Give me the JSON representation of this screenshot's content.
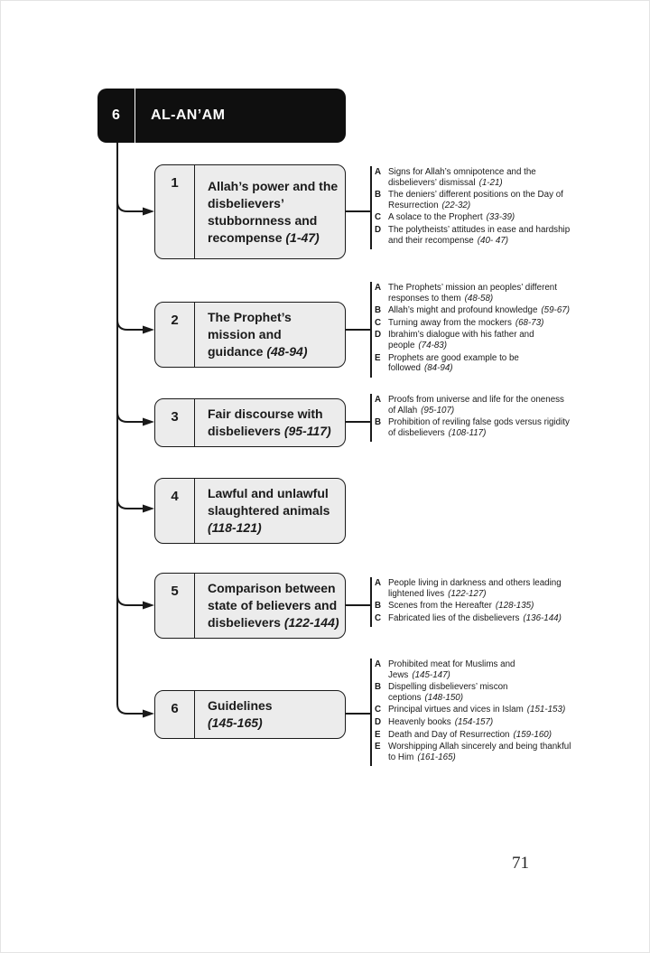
{
  "header": {
    "number": "6",
    "title": "AL-AN’AM"
  },
  "page_number": "71",
  "sections": [
    {
      "number": "1",
      "title": "Allah’s power and the disbelievers’ stubbornness and recompense",
      "range": "(1-47)",
      "items": [
        {
          "letter": "A",
          "text": "Signs for Allah’s omnipotence and the disbelievers’ dismissal",
          "range": "(1-21)"
        },
        {
          "letter": "B",
          "text": "The deniers’ different positions on the Day of Resurrection",
          "range": "(22-32)"
        },
        {
          "letter": "C",
          "text": "A solace to the Prophert",
          "range": "(33-39)"
        },
        {
          "letter": "D",
          "text": "The polytheists’ attitudes in ease and hardship and their recompense",
          "range": "(40- 47)"
        }
      ]
    },
    {
      "number": "2",
      "title": "The Prophet’s mission and guidance",
      "range": "(48-94)",
      "items": [
        {
          "letter": "A",
          "text": "The Prophets’ mission an peoples’ different responses to them",
          "range": "(48-58)"
        },
        {
          "letter": "B",
          "text": "Allah’s might and profound knowledge",
          "range": "(59-67)"
        },
        {
          "letter": "C",
          "text": "Turning away from the mockers",
          "range": "(68-73)"
        },
        {
          "letter": "D",
          "text": "Ibrahim’s dialogue with his father and people",
          "range": "(74-83)"
        },
        {
          "letter": "E",
          "text": "Prophets are good example to be followed",
          "range": "(84-94)"
        }
      ]
    },
    {
      "number": "3",
      "title": "Fair discourse with disbelievers",
      "range": "(95-117)",
      "items": [
        {
          "letter": "A",
          "text": "Proofs from universe and life for the oneness of Allah",
          "range": "(95-107)"
        },
        {
          "letter": "B",
          "text": "Prohibition of reviling false gods versus rigidity of disbelievers",
          "range": "(108-117)"
        }
      ]
    },
    {
      "number": "4",
      "title": "Lawful and unlawful slaughtered animals",
      "range": "(118-121)",
      "items": []
    },
    {
      "number": "5",
      "title": "Comparison between state of believers and disbelievers",
      "range": "(122-144)",
      "items": [
        {
          "letter": "A",
          "text": "People living in darkness and others leading lightened lives",
          "range": "(122-127)"
        },
        {
          "letter": "B",
          "text": "Scenes from the Hereafter",
          "range": "(128-135)"
        },
        {
          "letter": "C",
          "text": "Fabricated lies of the disbelievers",
          "range": "(136-144)"
        }
      ]
    },
    {
      "number": "6",
      "title": "Guidelines",
      "range": "(145-165)",
      "items": [
        {
          "letter": "A",
          "text": "Prohibited meat for Muslims and Jews",
          "range": "(145-147)"
        },
        {
          "letter": "B",
          "text": "Dispelling disbelievers’ miscon ceptions",
          "range": "(148-150)"
        },
        {
          "letter": "C",
          "text": "Principal virtues and vices in Islam",
          "range": "(151-153)"
        },
        {
          "letter": "D",
          "text": "Heavenly books",
          "range": "(154-157)"
        },
        {
          "letter": "E",
          "text": "Death and Day of Resurrection",
          "range": "(159-160)"
        },
        {
          "letter": "E",
          "text": "Worshipping Allah sincerely and being thankful to Him",
          "range": "(161-165)"
        }
      ]
    }
  ],
  "colors": {
    "box_fill": "#ececec",
    "line": "#1a1a1a",
    "header_bg": "#0f0f0f"
  }
}
